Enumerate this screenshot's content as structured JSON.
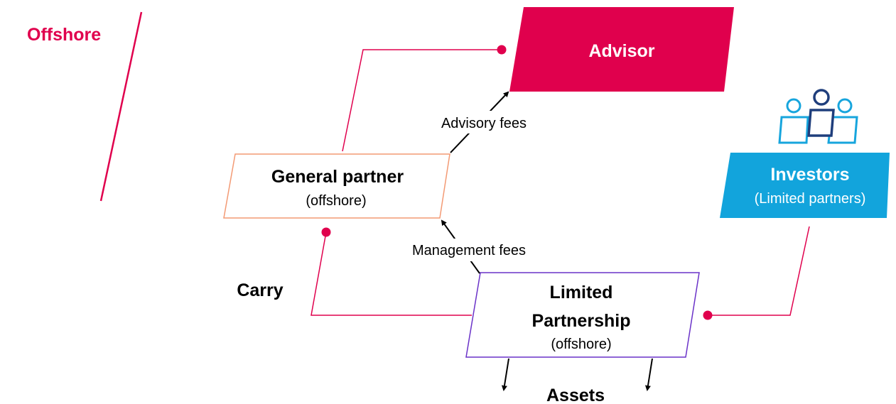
{
  "region_label": "Offshore",
  "colors": {
    "accent": "#e0004d",
    "advisor_fill": "#e0004d",
    "investors_fill": "#12a4dc",
    "gp_border": "#f39a74",
    "lp_border": "#6a32c8",
    "icon_dark": "#1f3e7c",
    "icon_light": "#17a5dd",
    "arrow": "#000000"
  },
  "nodes": {
    "advisor": {
      "label": "Advisor"
    },
    "general_partner": {
      "title": "General partner",
      "subtitle": "(offshore)"
    },
    "investors": {
      "title": "Investors",
      "subtitle": "(Limited partners)",
      "icon": "people-group-icon"
    },
    "limited_partnership": {
      "title_line1": "Limited",
      "title_line2": "Partnership",
      "subtitle": "(offshore)"
    }
  },
  "flows": {
    "advisory_fees": "Advisory fees",
    "management_fees": "Management fees",
    "carry": "Carry",
    "assets": "Assets"
  }
}
